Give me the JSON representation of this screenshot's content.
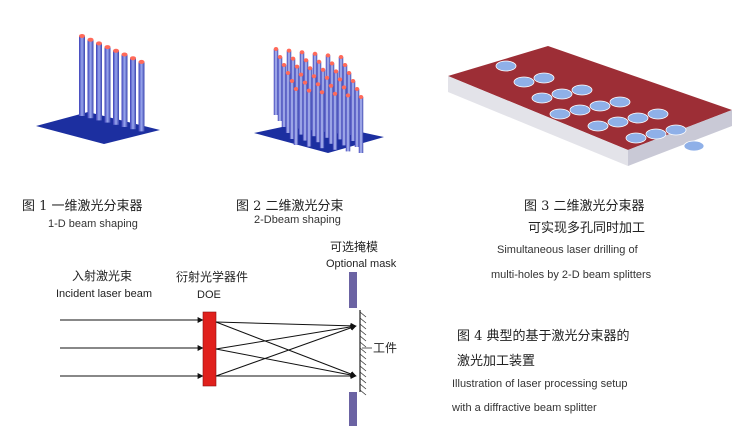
{
  "figures": {
    "fig1": {
      "caption_zh": "图 1 一维激光分束器",
      "caption_en": "1-D beam shaping"
    },
    "fig2": {
      "caption_zh": "图 2 二维激光分束",
      "caption_en": "2-Dbeam shaping"
    },
    "fig3": {
      "caption_zh_1": "图 3 二维激光分束器",
      "caption_zh_2": "可实现多孔同时加工",
      "caption_en_1": "Simultaneous laser drilling of",
      "caption_en_2": "multi-holes by 2-D beam splitters"
    },
    "fig4": {
      "caption_zh_1": "图 4 典型的基于激光分束器的",
      "caption_zh_2": "激光加工装置",
      "caption_en_1": "Illustration of laser processing setup",
      "caption_en_2": "with a diffractive beam splitter"
    }
  },
  "setup": {
    "incident_zh": "入射激光束",
    "incident_en": "Incident laser beam",
    "doe_zh": "衍射光学器件",
    "doe_en": "DOE",
    "mask_zh": "可选掩模",
    "mask_en": "Optional mask",
    "workpiece_zh": "工件"
  },
  "colors": {
    "plate": "#1a2d9a",
    "beam": "#6a7cd8",
    "workpiece_top": "#9e2f37",
    "doe": "#e0201c",
    "mask": "#6b63a3"
  }
}
